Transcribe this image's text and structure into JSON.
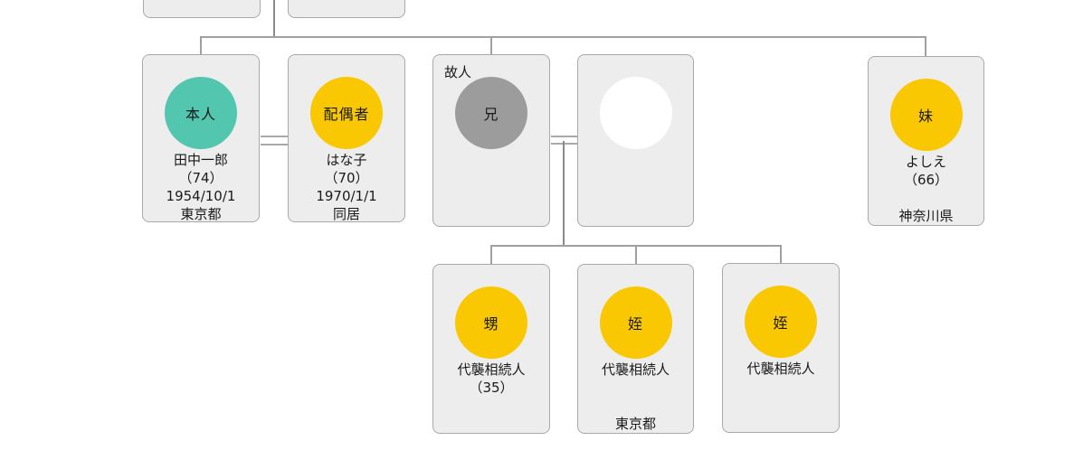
{
  "diagram_title": "family-tree-inheritance-chart",
  "colors": {
    "teal": "#52c6ae",
    "yellow": "#f9c802",
    "gray": "#9c9c9c",
    "white": "#ffffff",
    "box_fill": "#ededed",
    "box_border": "#a9a9a9",
    "line": "#a0a0a0",
    "text": "#1a1a1a"
  },
  "nodes": [
    {
      "id": "person",
      "badge": "本人",
      "circle_color": "teal",
      "deceased_label": "",
      "name": "田中一郎",
      "age": "（74）",
      "birth": "1954/10/1",
      "address": "東京都"
    },
    {
      "id": "spouse",
      "badge": "配偶者",
      "circle_color": "yellow",
      "deceased_label": "",
      "name": "はな子",
      "age": "（70）",
      "birth": "1970/1/1",
      "address": "同居"
    },
    {
      "id": "brother",
      "badge": "兄",
      "circle_color": "gray",
      "deceased_label": "故人",
      "name": "",
      "age": "",
      "birth": "",
      "address": ""
    },
    {
      "id": "brother-spouse",
      "badge": "",
      "circle_color": "white",
      "deceased_label": "",
      "name": "",
      "age": "",
      "birth": "",
      "address": ""
    },
    {
      "id": "sister",
      "badge": "妹",
      "circle_color": "yellow",
      "deceased_label": "",
      "name": "よしえ",
      "age": "（66）",
      "birth": "",
      "address": "神奈川県"
    },
    {
      "id": "nephew",
      "badge": "甥",
      "circle_color": "yellow",
      "deceased_label": "",
      "name": "代襲相続人",
      "age": "（35）",
      "birth": "",
      "address": ""
    },
    {
      "id": "niece-1",
      "badge": "姪",
      "circle_color": "yellow",
      "deceased_label": "",
      "name": "代襲相続人",
      "age": "",
      "birth": "",
      "address": "東京都"
    },
    {
      "id": "niece-2",
      "badge": "姪",
      "circle_color": "yellow",
      "deceased_label": "",
      "name": "代襲相続人",
      "age": "",
      "birth": "",
      "address": ""
    }
  ]
}
